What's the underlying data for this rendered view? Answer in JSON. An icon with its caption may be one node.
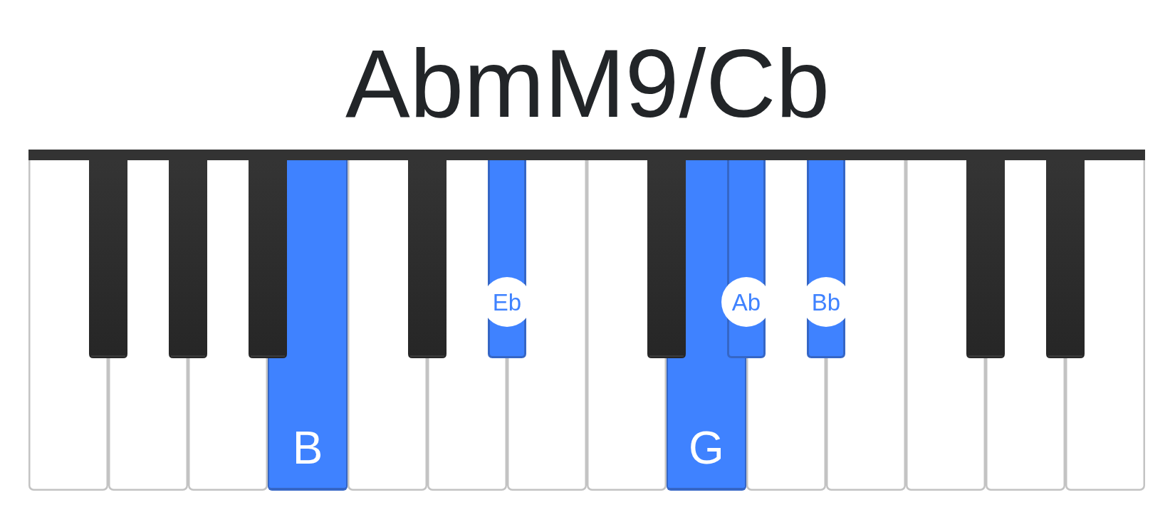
{
  "diagram": {
    "title": "AbmM9/Cb",
    "nodes": [
      {
        "text": [
          "B"
        ]
      },
      {
        "text": [
          "Eb"
        ]
      },
      {
        "text": [
          "G"
        ]
      },
      {
        "text": [
          "Ab"
        ]
      },
      {
        "text": [
          "Bb"
        ]
      }
    ]
  }
}
